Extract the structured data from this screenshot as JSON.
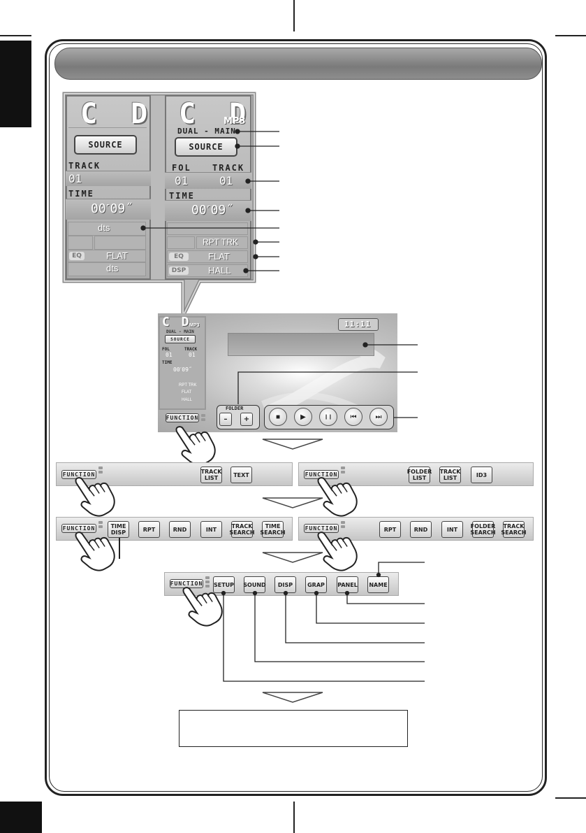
{
  "left_panel": {
    "title": "C D",
    "source_label": "SOURCE",
    "track_label": "TRACK",
    "track_value": "01",
    "time_label": "TIME",
    "time_value": "00˹09˝",
    "format": "dts",
    "eq_tag": "EQ",
    "eq_value": "FLAT",
    "bottom_value": "dts"
  },
  "right_panel": {
    "title": "C D",
    "title_badge": "MP3",
    "dual_main": "DUAL - MAIN",
    "source_label": "SOURCE",
    "fol_label": "FOL",
    "track_label": "TRACK",
    "fol_value": "01",
    "track_value": "01",
    "time_label": "TIME",
    "time_value": "00˹09˝",
    "repeat_value": "RPT  TRK",
    "eq_tag": "EQ",
    "eq_value": "FLAT",
    "dsp_tag": "DSP",
    "dsp_value": "HALL"
  },
  "screen": {
    "clock": "11:11",
    "mini_title": "C D",
    "mini_badge": "MP3",
    "mini_dual": "DUAL - MAIN",
    "mini_source": "SOURCE",
    "mini_fol": "FOL",
    "mini_track": "TRACK",
    "mini_fol_value": "01",
    "mini_track_value": "01",
    "mini_time": "TIME",
    "mini_time_value": "00˹09˝",
    "mini_rpt": "RPT TRK",
    "mini_eq": "FLAT",
    "mini_dsp": "HALL",
    "folder_label": "FOLDER",
    "folder_minus": "–",
    "folder_plus": "+",
    "function_label": "FUNCTION",
    "stop": "■",
    "play": "▶",
    "pause": "❙❙",
    "prev": "⏮",
    "next": "⏭"
  },
  "strip1_left": {
    "function": "FUNCTION",
    "buttons": [
      "TRACK\nLIST",
      "TEXT"
    ]
  },
  "strip1_right": {
    "function": "FUNCTION",
    "buttons": [
      "FOLDER\nLIST",
      "TRACK\nLIST",
      "ID3"
    ]
  },
  "strip2_left": {
    "function": "FUNCTION",
    "buttons": [
      "TIME\nDISP",
      "RPT",
      "RND",
      "INT",
      "TRACK\nSEARCH",
      "TIME\nSEARCH"
    ]
  },
  "strip2_right": {
    "function": "FUNCTION",
    "buttons": [
      "RPT",
      "RND",
      "INT",
      "FOLDER\nSEARCH",
      "TRACK\nSEARCH"
    ]
  },
  "strip3": {
    "function": "FUNCTION",
    "buttons": [
      "SETUP",
      "SOUND",
      "DISP",
      "GRAP",
      "PANEL",
      "NAME"
    ]
  },
  "colors": {
    "frame": "#222222",
    "title_bar": "#8e8e8e",
    "panel": "#b4b4b4"
  }
}
